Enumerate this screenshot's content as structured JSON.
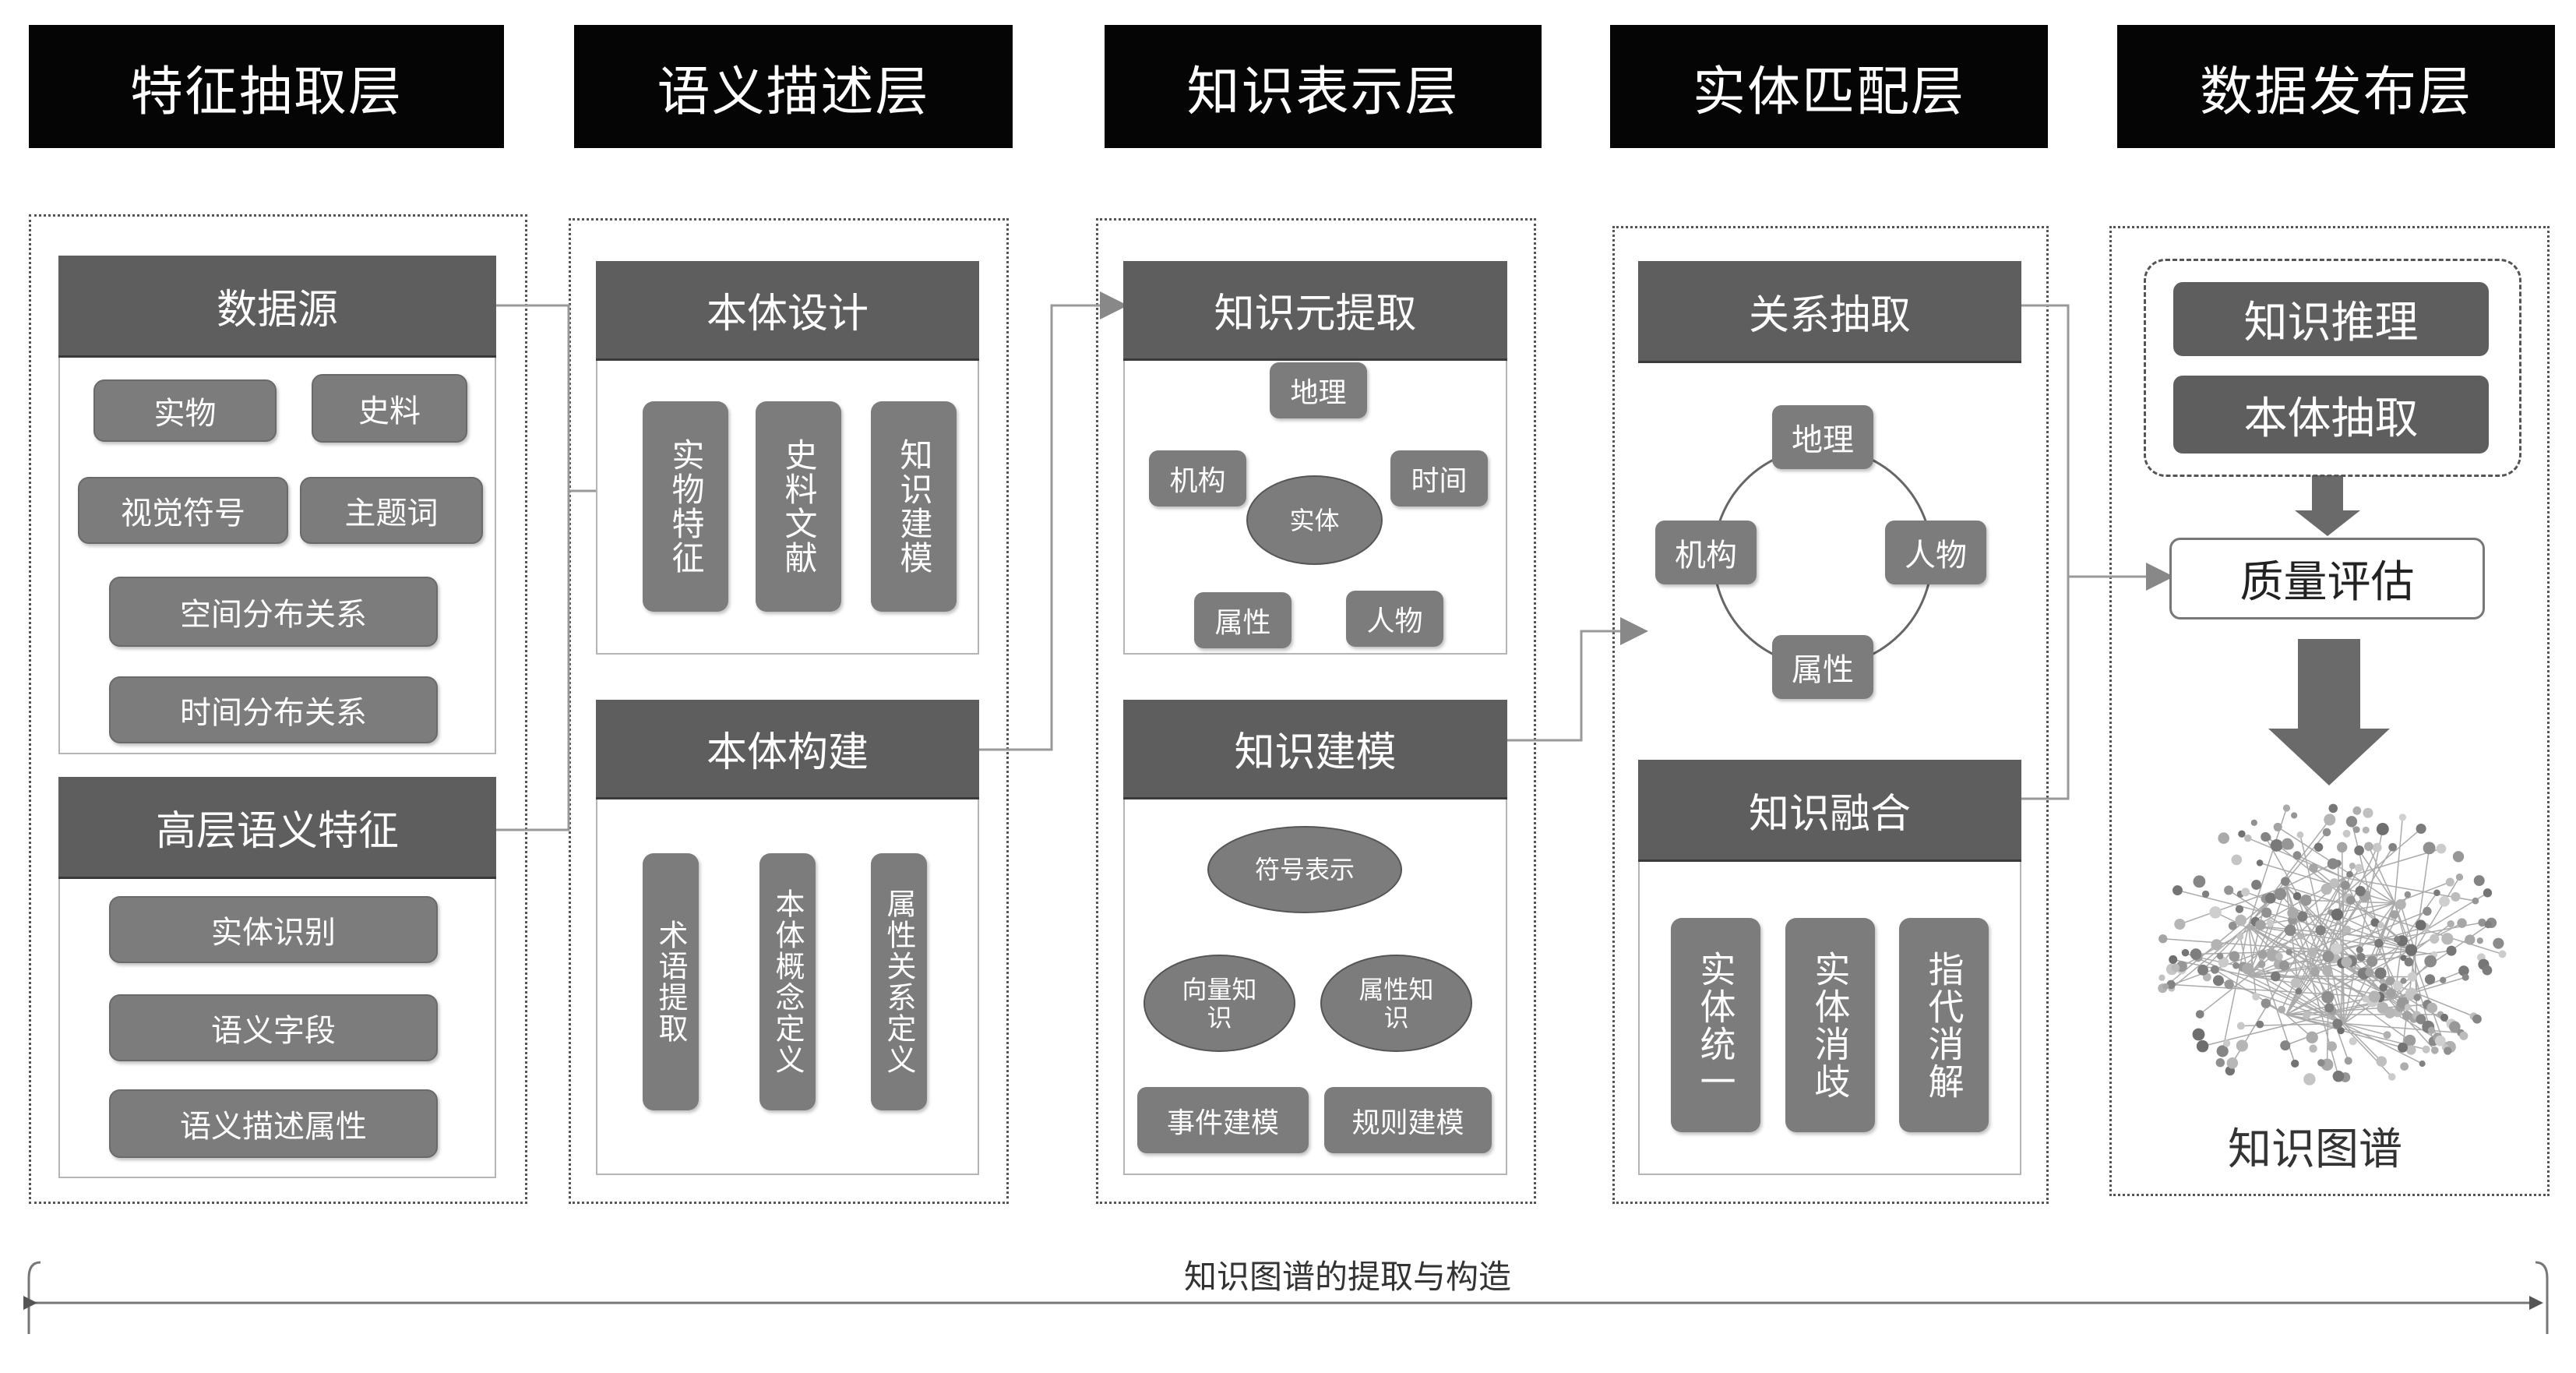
{
  "headers": [
    "特征抽取层",
    "语义描述层",
    "知识表示层",
    "实体匹配层",
    "数据发布层"
  ],
  "col1": {
    "data_source": {
      "title": "数据源",
      "items": [
        "实物",
        "史料",
        "视觉符号",
        "主题词",
        "空间分布关系",
        "时间分布关系"
      ]
    },
    "semantic": {
      "title": "高层语义特征",
      "items": [
        "实体识别",
        "语义字段",
        "语义描述属性"
      ]
    }
  },
  "col2": {
    "ontology_design": {
      "title": "本体设计",
      "items": [
        "实物特征",
        "史料文献",
        "知识建模"
      ]
    },
    "ontology_build": {
      "title": "本体构建",
      "items": [
        "术语提取",
        "本体概念定义",
        "属性关系定义"
      ]
    }
  },
  "col3": {
    "extraction": {
      "title": "知识元提取",
      "center": "实体",
      "nodes": [
        "地理",
        "时间",
        "人物",
        "属性",
        "机构"
      ]
    },
    "modeling": {
      "title": "知识建模",
      "top": "符号表示",
      "left": "向量知识",
      "right": "属性知识",
      "bottom_left": "事件建模",
      "bottom_right": "规则建模"
    }
  },
  "col4": {
    "relation": {
      "title": "关系抽取",
      "nodes": [
        "地理",
        "人物",
        "属性",
        "机构"
      ]
    },
    "fusion": {
      "title": "知识融合",
      "items": [
        "实体统一",
        "实体消歧",
        "指代消解"
      ]
    }
  },
  "col5": {
    "items": [
      "知识推理",
      "本体抽取"
    ],
    "quality": "质量评估",
    "graph_label": "知识图谱"
  },
  "footer": "知识图谱的提取与构造"
}
